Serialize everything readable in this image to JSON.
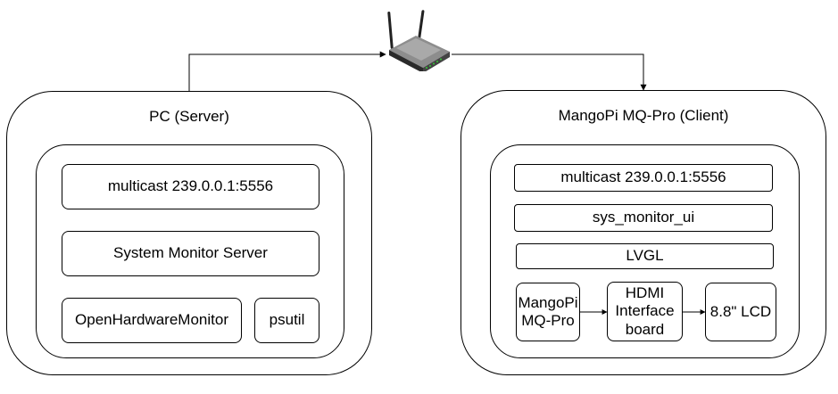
{
  "server": {
    "title": "PC (Server)",
    "multicast": "multicast 239.0.0.1:5556",
    "service": "System Monitor Server",
    "lib_ohm": "OpenHardwareMonitor",
    "lib_psutil": "psutil"
  },
  "client": {
    "title": "MangoPi MQ-Pro (Client)",
    "multicast": "multicast 239.0.0.1:5556",
    "ui": "sys_monitor_ui",
    "gfx": "LVGL",
    "board": "MangoPi MQ-Pro",
    "interface": "HDMI Interface board",
    "display": "8.8\" LCD"
  },
  "router": {
    "icon": "wifi-router-icon"
  }
}
